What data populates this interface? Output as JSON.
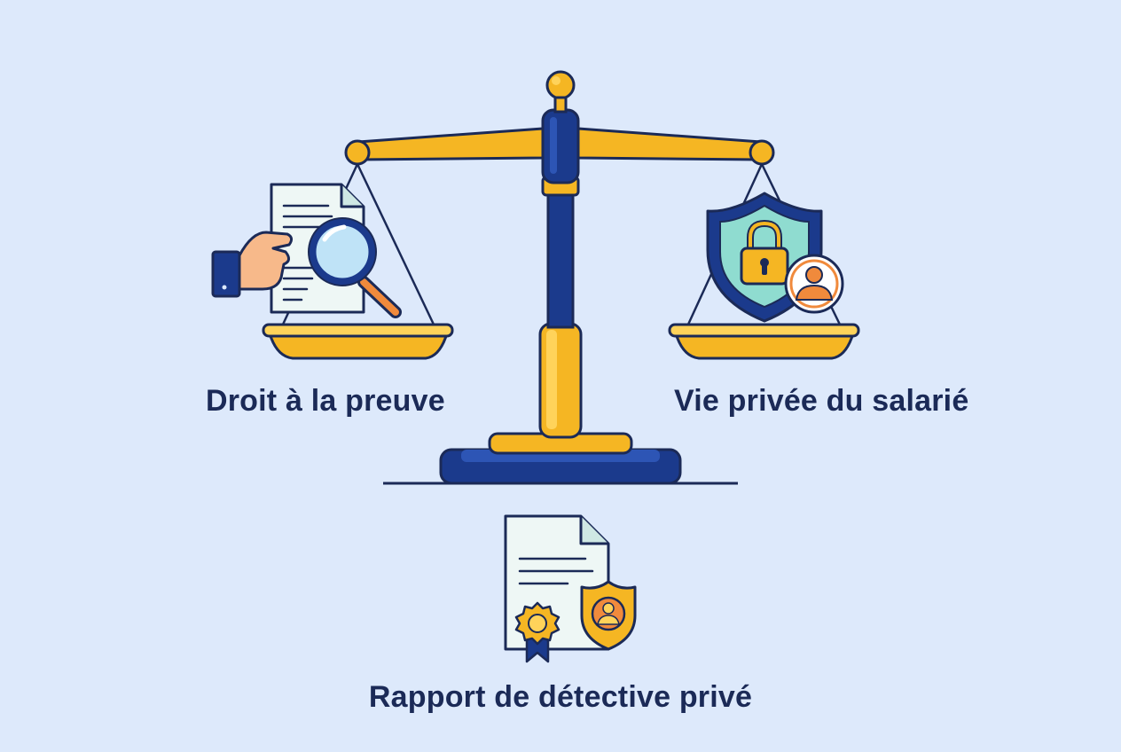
{
  "labels": {
    "left": "Droit à la preuve",
    "right": "Vie privée du salarié",
    "bottom": "Rapport de détective privé"
  },
  "colors": {
    "background": "#dde9fb",
    "navy": "#1b3a8c",
    "outline": "#1b2a57",
    "gold": "#f5b623",
    "gold_light": "#ffd35a",
    "teal": "#8fdcd0",
    "paper": "#eef7f5",
    "orange": "#f08a3c",
    "skin": "#f7b98a",
    "lens": "#bfe3f7"
  },
  "icons": {
    "scale": "balance-scale-icon",
    "left_pan": "document-magnifier-icon",
    "right_pan": "shield-lock-user-icon",
    "bottom": "certificate-badge-icon"
  }
}
